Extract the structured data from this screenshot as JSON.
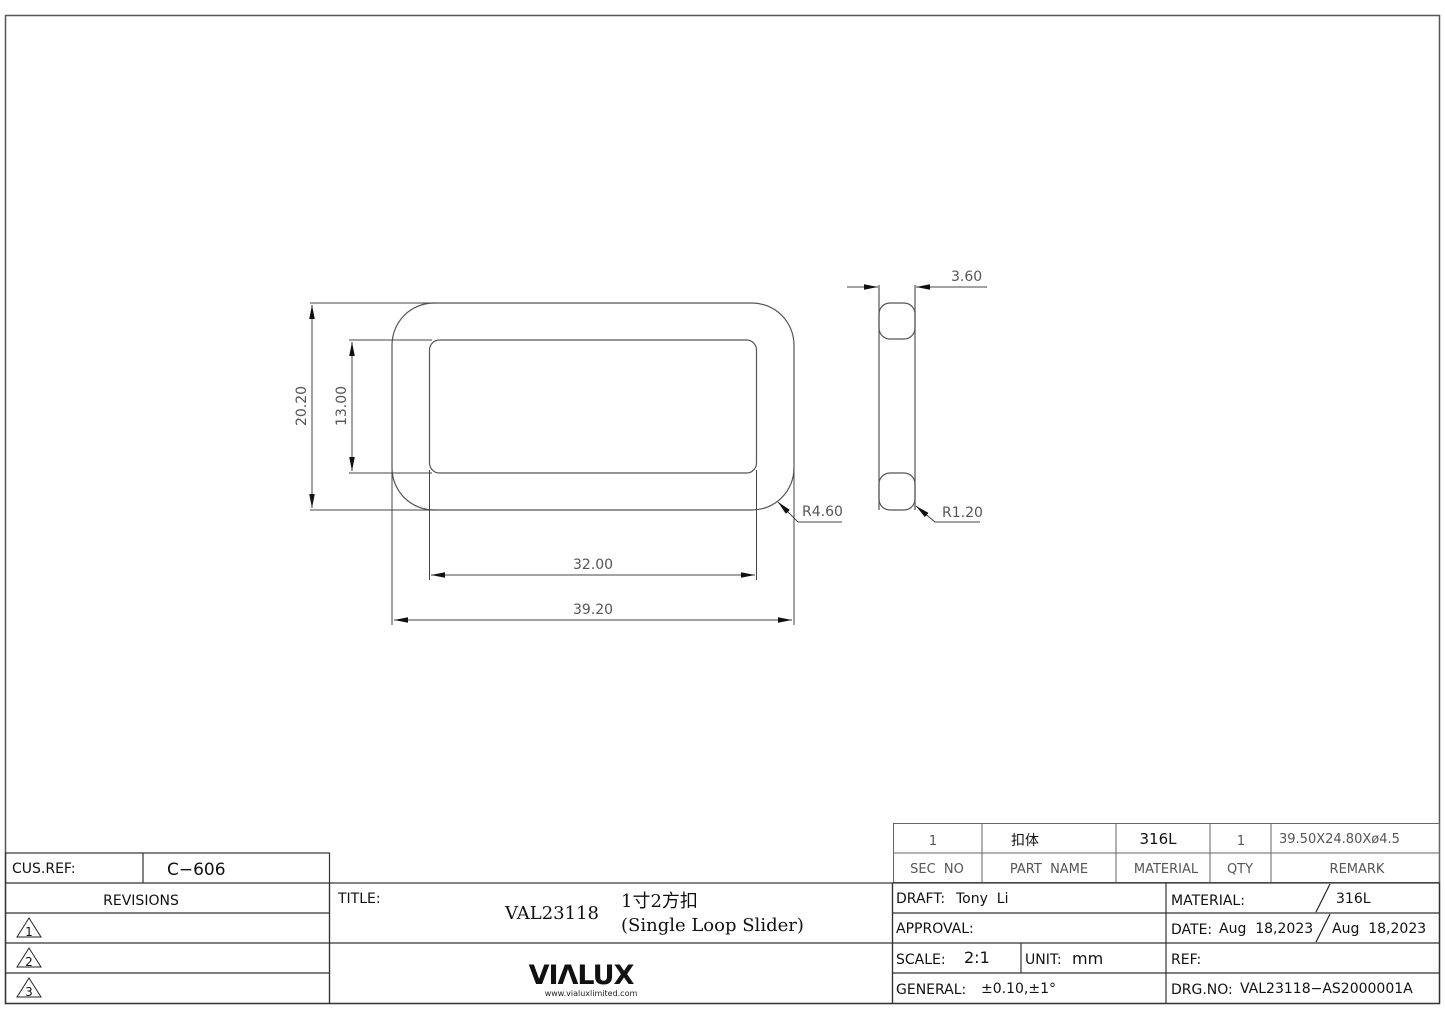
{
  "drawing": {
    "front_view": {
      "dimensions": {
        "outer_height": "20.20",
        "inner_height": "13.00",
        "inner_width": "32.00",
        "outer_width": "39.20",
        "outer_radius": "R4.60"
      }
    },
    "side_view": {
      "dimensions": {
        "thickness": "3.60",
        "edge_radius": "R1.20"
      }
    }
  },
  "parts_list": {
    "row": {
      "sec_no": "1",
      "part_name": "扣体",
      "material": "316L",
      "qty": "1",
      "remark": "39.50X24.80Xø4.5"
    },
    "headers": {
      "sec_no": "SEC  NO",
      "part_name": "PART  NAME",
      "material": "MATERIAL",
      "qty": "QTY",
      "remark": "REMARK"
    }
  },
  "left_block": {
    "cus_ref_label": "CUS.REF:",
    "cus_ref_value": "C−606",
    "revisions_label": "REVISIONS",
    "revisions": [
      "1",
      "2",
      "3"
    ]
  },
  "title_block": {
    "title_label": "TITLE:",
    "part_code": "VAL23118",
    "title_cn": "1寸2方扣",
    "title_en": "(Single Loop Slider)",
    "logo_text": "VIΛLUX",
    "logo_url_text": "www.vialuxlimited.com"
  },
  "info_block": {
    "draft_label": "DRAFT:",
    "draft_value": "Tony  Li",
    "approval_label": "APPROVAL:",
    "approval_value": "",
    "scale_label": "SCALE:",
    "scale_value": "2:1",
    "unit_label": "UNIT:",
    "unit_value": "mm",
    "general_label": "GENERAL:",
    "general_value": "±0.10,±1°",
    "material_label": "MATERIAL:",
    "material_value": "316L",
    "date_label": "DATE:",
    "date_value_1": "Aug  18,2023",
    "date_value_2": "Aug  18,2023",
    "ref_label": "REF:",
    "ref_value": "",
    "drg_no_label": "DRG.NO:",
    "drg_no_value": "VAL23118−AS2000001A"
  },
  "colors": {
    "line": "#333333",
    "dim_line": "#444444",
    "dim_text": "#555555",
    "background": "#ffffff"
  }
}
